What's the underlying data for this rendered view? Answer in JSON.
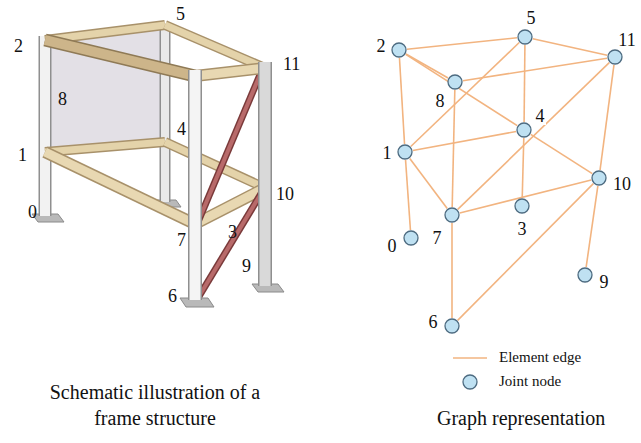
{
  "diagram": {
    "nodes": [
      {
        "text": [
          "0"
        ]
      },
      {
        "text": [
          "1"
        ]
      },
      {
        "text": [
          "2"
        ]
      },
      {
        "text": [
          "3"
        ]
      },
      {
        "text": [
          "4"
        ]
      },
      {
        "text": [
          "5"
        ]
      },
      {
        "text": [
          "6"
        ]
      },
      {
        "text": [
          "7"
        ]
      },
      {
        "text": [
          "8"
        ]
      },
      {
        "text": [
          "9"
        ]
      },
      {
        "text": [
          "10"
        ]
      },
      {
        "text": [
          "11"
        ]
      }
    ],
    "edges": [
      {
        "from": 2,
        "to": 5,
        "arrow": "none"
      },
      {
        "from": 2,
        "to": 8,
        "arrow": "none"
      },
      {
        "from": 2,
        "to": 1,
        "arrow": "none"
      },
      {
        "from": 2,
        "to": 4,
        "arrow": "none"
      },
      {
        "from": 5,
        "to": 11,
        "arrow": "none"
      },
      {
        "from": 5,
        "to": 4,
        "arrow": "none"
      },
      {
        "from": 5,
        "to": 1,
        "arrow": "none"
      },
      {
        "from": 8,
        "to": 11,
        "arrow": "none"
      },
      {
        "from": 8,
        "to": 7,
        "arrow": "none"
      },
      {
        "from": 11,
        "to": 10,
        "arrow": "none"
      },
      {
        "from": 11,
        "to": 7,
        "arrow": "none"
      },
      {
        "from": 1,
        "to": 4,
        "arrow": "none"
      },
      {
        "from": 1,
        "to": 7,
        "arrow": "none"
      },
      {
        "from": 1,
        "to": 0,
        "arrow": "none"
      },
      {
        "from": 4,
        "to": 10,
        "arrow": "none"
      },
      {
        "from": 4,
        "to": 3,
        "arrow": "none"
      },
      {
        "from": 7,
        "to": 10,
        "arrow": "none"
      },
      {
        "from": 7,
        "to": 6,
        "arrow": "none"
      },
      {
        "from": 10,
        "to": 9,
        "arrow": "none"
      },
      {
        "from": 10,
        "to": 6,
        "arrow": "none"
      }
    ],
    "labels": [
      "0",
      "1",
      "2",
      "3",
      "4",
      "5",
      "6",
      "7",
      "8",
      "9",
      "10",
      "11",
      "Schematic illustration of a frame structure",
      "Graph representation"
    ],
    "legend": [
      {
        "text": "Element edge"
      },
      {
        "text": "Joint node"
      }
    ]
  }
}
